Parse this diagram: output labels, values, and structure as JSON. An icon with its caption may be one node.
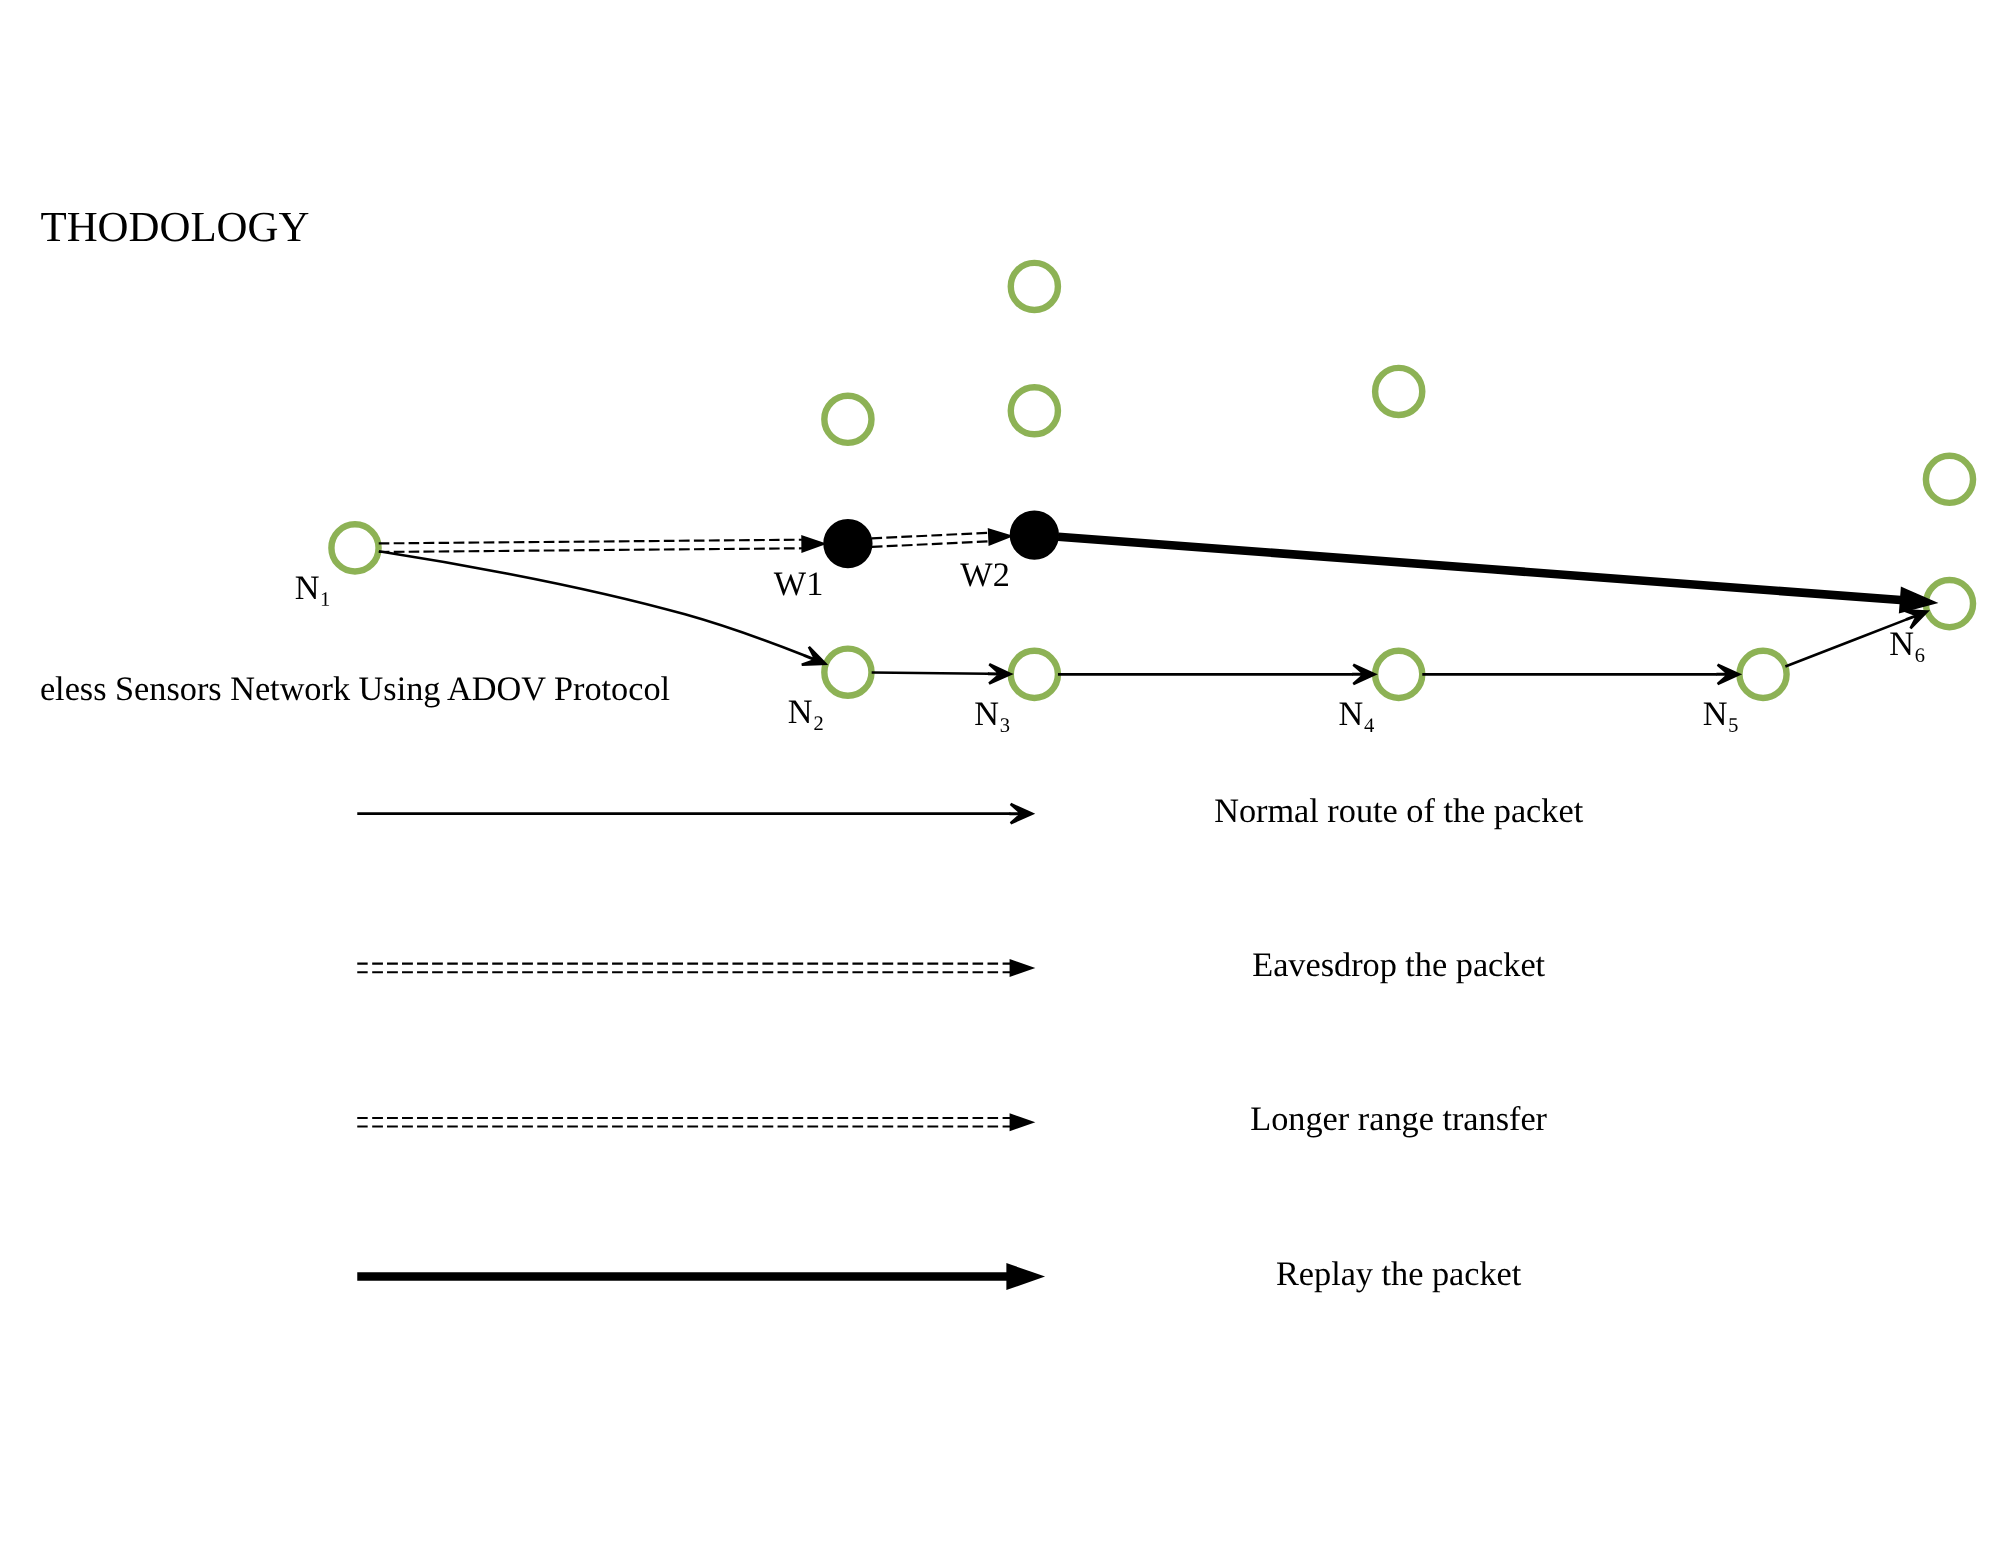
{
  "diagram": {
    "title": "THODOLOGY",
    "nodes": [
      {
        "text": [],
        "shape": "circle",
        "beside": [
          "N₁"
        ]
      },
      {
        "text": [],
        "shape": "dot",
        "beside": [
          "W1"
        ]
      },
      {
        "text": [],
        "shape": "circle"
      },
      {
        "text": [],
        "shape": "circle"
      },
      {
        "text": [],
        "shape": "dot",
        "beside": [
          "W2"
        ]
      },
      {
        "text": [],
        "shape": "circle",
        "beside": [
          "N₂"
        ]
      },
      {
        "text": [],
        "shape": "circle",
        "beside": [
          "N₃"
        ]
      },
      {
        "text": [],
        "shape": "circle",
        "beside": [
          "N₄"
        ]
      },
      {
        "text": [],
        "shape": "circle",
        "beside": [
          "N₆"
        ]
      },
      {
        "text": [],
        "shape": "circle",
        "beside": [
          "N₅"
        ]
      },
      {
        "text": [],
        "shape": "circle"
      },
      {
        "text": [],
        "shape": "circle"
      },
      {
        "text": [],
        "shape": "circle"
      }
    ],
    "edges": [
      {
        "from": 0,
        "to": 1,
        "arrow": "to",
        "style": "dashed"
      },
      {
        "from": 1,
        "to": 4,
        "arrow": "to",
        "style": "dashed"
      },
      {
        "from": 4,
        "to": 8,
        "arrow": "to",
        "style": "thick"
      },
      {
        "from": 0,
        "to": 5,
        "arrow": "to"
      },
      {
        "from": 5,
        "to": 6,
        "arrow": "to"
      },
      {
        "from": 6,
        "to": 7,
        "arrow": "to"
      },
      {
        "from": 7,
        "to": 9,
        "arrow": "to"
      },
      {
        "from": 9,
        "to": 8,
        "arrow": "to"
      }
    ],
    "labels": [
      "eless Sensors Network Using ADOV Protocol"
    ],
    "legend": [
      {
        "text": "Normal route of the packet"
      },
      {
        "text": "Eavesdrop the packet"
      },
      {
        "text": "Longer range transfer"
      },
      {
        "text": "Replay the packet"
      }
    ]
  }
}
